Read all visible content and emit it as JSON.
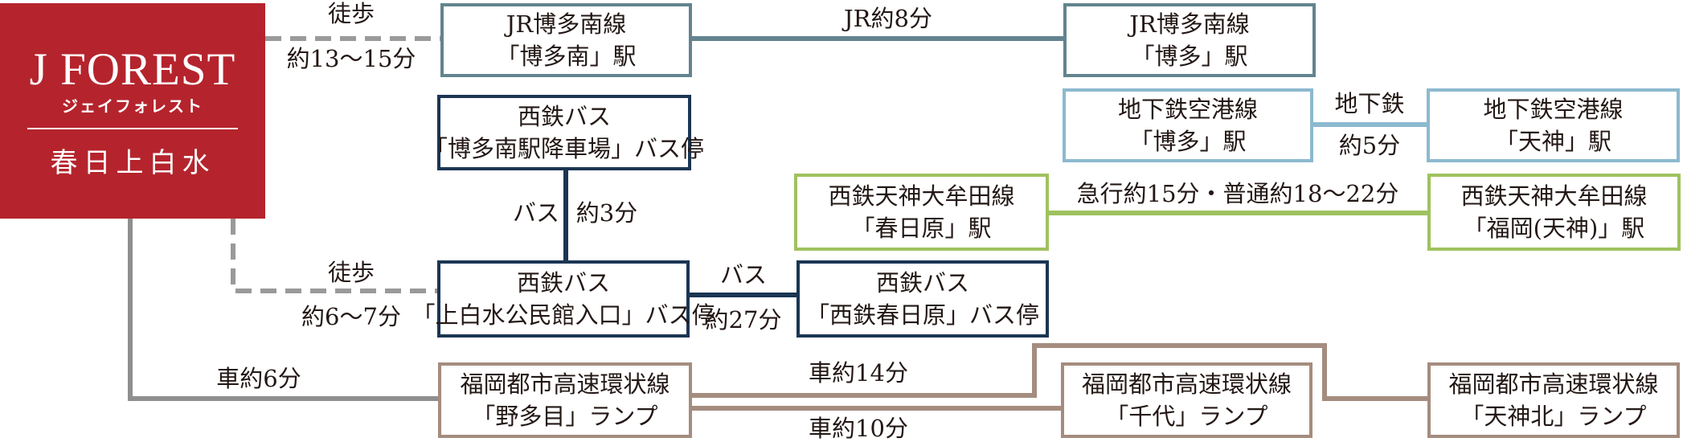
{
  "colors": {
    "brand": "#b5242d",
    "jr_line": "#63838f",
    "subway_line": "#8cb9cf",
    "nishitetsu_line": "#9fc25e",
    "bus_line": "#1b3553",
    "expressway_line": "#a48c7e",
    "car_line": "#8f8f8f",
    "walk_line": "#9a9a9a"
  },
  "brand": {
    "logo": "J FOREST",
    "logo_kana": "ジェイフォレスト",
    "place": "春日上白水"
  },
  "nodes": {
    "jr_hakata_minami": {
      "line": "JR博多南線",
      "station": "「博多南」駅"
    },
    "jr_hakata": {
      "line": "JR博多南線",
      "station": "「博多」駅"
    },
    "subway_hakata": {
      "line": "地下鉄空港線",
      "station": "「博多」駅"
    },
    "subway_tenjin": {
      "line": "地下鉄空港線",
      "station": "「天神」駅"
    },
    "bus_hakataminami": {
      "line": "西鉄バス",
      "station": "「博多南駅降車場」バス停"
    },
    "nishitetsu_kasugabaru": {
      "line": "西鉄天神大牟田線",
      "station": "「春日原」駅"
    },
    "nishitetsu_fukuoka": {
      "line": "西鉄天神大牟田線",
      "station": "「福岡(天神)」駅"
    },
    "bus_kamishiramizu": {
      "line": "西鉄バス",
      "station": "「上白水公民館入口」バス停"
    },
    "bus_kasugabaru": {
      "line": "西鉄バス",
      "station": "「西鉄春日原」バス停"
    },
    "ramp_nodame": {
      "line": "福岡都市高速環状線",
      "station": "「野多目」ランプ"
    },
    "ramp_chiyo": {
      "line": "福岡都市高速環状線",
      "station": "「千代」ランプ"
    },
    "ramp_tenjinkita": {
      "line": "福岡都市高速環状線",
      "station": "「天神北」ランプ"
    }
  },
  "edges": {
    "walk_hakataminami_mode": "徒歩",
    "walk_hakataminami_time": "約13〜15分",
    "jr_time": "JR約8分",
    "subway_mode": "地下鉄",
    "subway_time": "約5分",
    "bus_transfer_mode": "バス",
    "bus_transfer_time": "約3分",
    "nishitetsu_time": "急行約15分・普通約18〜22分",
    "walk_bus_mode": "徒歩",
    "walk_bus_time": "約6〜7分",
    "bus_kasuga_mode": "バス",
    "bus_kasuga_time": "約27分",
    "car_nodame": "車約6分",
    "car_tenjinkita": "車約14分",
    "car_chiyo": "車約10分"
  }
}
